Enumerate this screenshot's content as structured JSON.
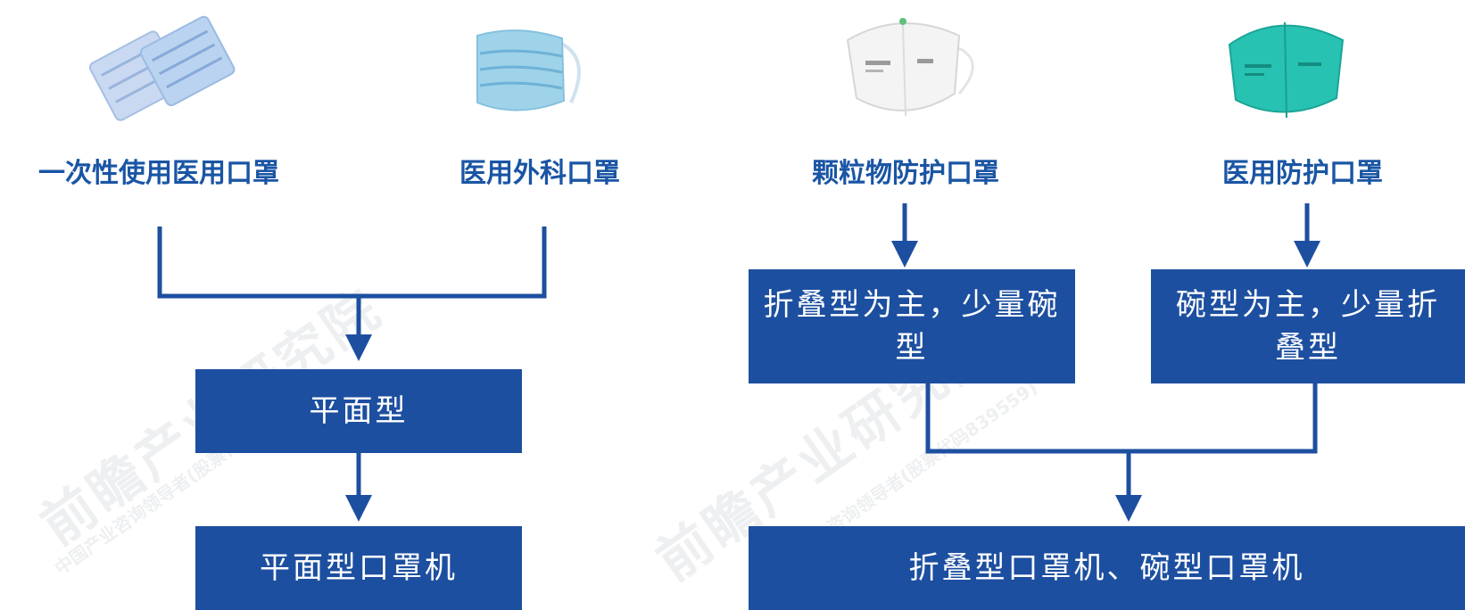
{
  "colors": {
    "accent": "#1d4fa0",
    "label_text": "#1a55a4",
    "watermark": "#d9dde2"
  },
  "watermark": {
    "brand": "前瞻产业研究院",
    "sub": "中国产业咨询领导者(股票代码839559)"
  },
  "products": [
    {
      "name": "一次性使用医用口罩",
      "icon": "disposable-mask-pack-icon"
    },
    {
      "name": "医用外科口罩",
      "icon": "surgical-mask-icon"
    },
    {
      "name": "颗粒物防护口罩",
      "icon": "white-cup-respirator-icon"
    },
    {
      "name": "医用防护口罩",
      "icon": "teal-cup-respirator-icon"
    }
  ],
  "boxes": {
    "flat_type": "平面型",
    "flat_machine": "平面型口罩机",
    "fold_main": "折叠型为主，少量碗型",
    "cup_main": "碗型为主，少量折叠型",
    "fold_cup_machine": "折叠型口罩机、碗型口罩机"
  }
}
